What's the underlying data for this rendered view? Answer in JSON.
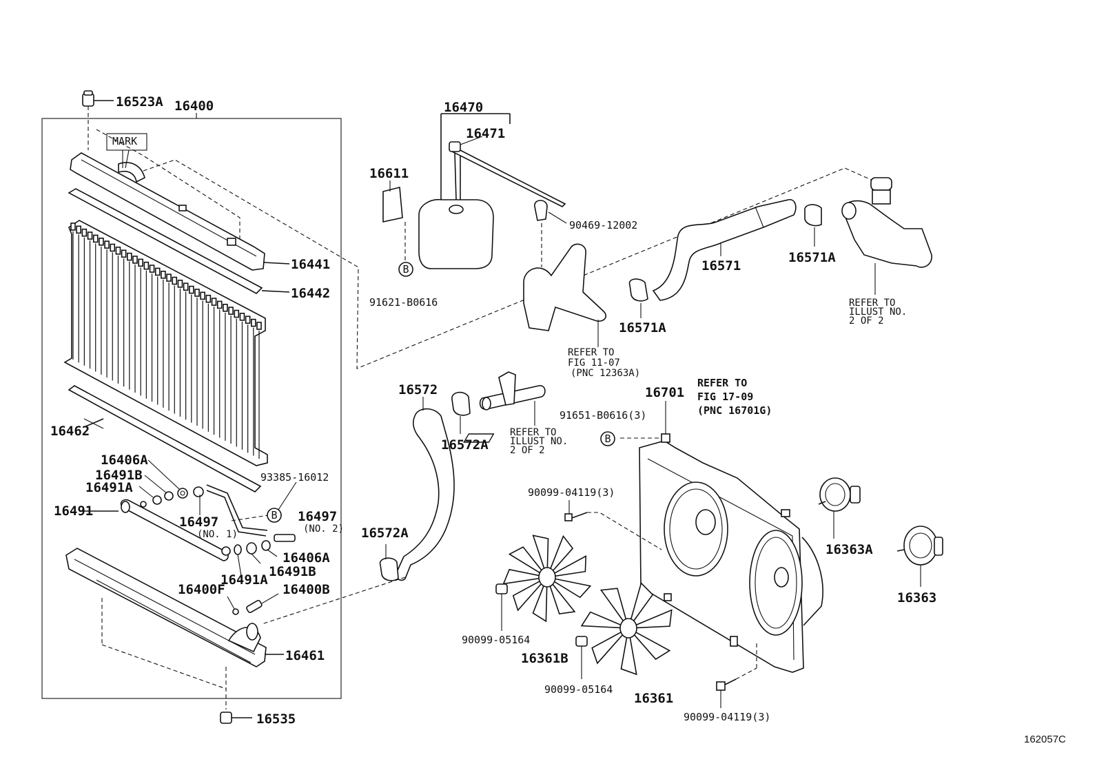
{
  "figure_id": "162057C",
  "callouts": {
    "c16523A": "16523A",
    "c16400": "16400",
    "mark": "MARK",
    "c16441": "16441",
    "c16442": "16442",
    "c16462": "16462",
    "c16406A_top": "16406A",
    "c16491B_top": "16491B",
    "c16491A_top": "16491A",
    "c16491": "16491",
    "c16497_no1": "16497",
    "no1": "(NO. 1)",
    "c16497_no2": "16497",
    "no2": "(NO. 2)",
    "c93385": "93385-16012",
    "c16406A_bot": "16406A",
    "c16491B_bot": "16491B",
    "c16491A_bot": "16491A",
    "c16400F": "16400F",
    "c16400B": "16400B",
    "c16461": "16461",
    "c16535": "16535",
    "c16470": "16470",
    "c16471": "16471",
    "c16611": "16611",
    "c91621": "91621-B0616",
    "c90469": "90469-12002",
    "c16571": "16571",
    "c16571A_right": "16571A",
    "c16571A_left": "16571A",
    "c16572": "16572",
    "c16572A_top": "16572A",
    "c16572A_bot": "16572A",
    "c16701": "16701",
    "c91651": "91651-B0616(3)",
    "c90099_04119_top": "90099-04119(3)",
    "c90099_05164_left": "90099-05164",
    "c16361B": "16361B",
    "c90099_05164_mid": "90099-05164",
    "c16361": "16361",
    "c90099_04119_bot": "90099-04119(3)",
    "c16363A": "16363A",
    "c16363": "16363"
  },
  "bubbles": {
    "b1": "B",
    "b2": "B",
    "b3": "B"
  },
  "notes": {
    "refer_illust_top": [
      "REFER  TO",
      "ILLUST  NO.",
      "2 OF 2"
    ],
    "refer_fig_1107": [
      "REFER  TO",
      "FIG  11-07",
      "(PNC  12363A)"
    ],
    "refer_illust_mid": [
      "REFER  TO",
      "ILLUST  NO.",
      "2 OF 2"
    ],
    "refer_fig_1709": [
      "REFER TO",
      "FIG 17-09",
      "(PNC 16701G)"
    ]
  }
}
